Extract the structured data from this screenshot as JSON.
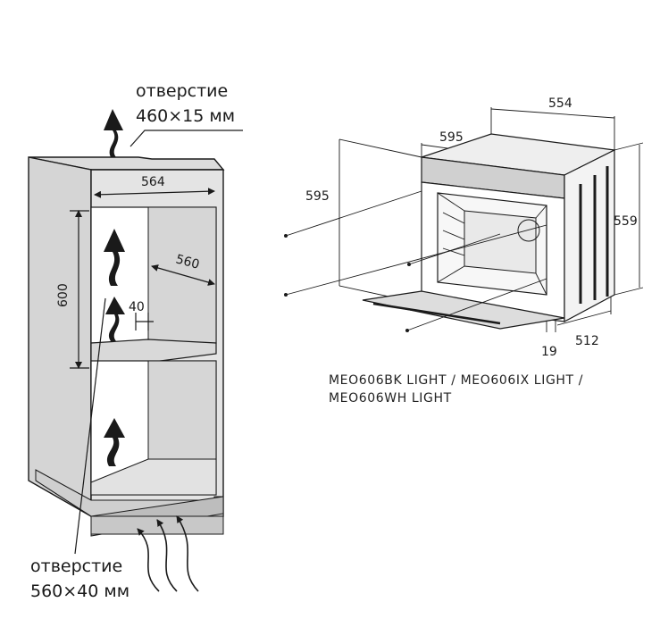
{
  "cabinet": {
    "top_vent_caption_line1": "отверстие",
    "top_vent_caption_line2": "460×15 мм",
    "bottom_vent_caption_line1": "отверстие",
    "bottom_vent_caption_line2": "560×40 мм",
    "dim_width": "564",
    "dim_depth": "560",
    "dim_height": "600",
    "dim_gap": "40"
  },
  "oven": {
    "dim_top_depth": "554",
    "dim_top_width": "595",
    "dim_front_height": "595",
    "dim_side_height": "559",
    "dim_panel": "19",
    "dim_body_depth": "512"
  },
  "models": {
    "line1": "MEO606BK LIGHT / MEO606IX LIGHT /",
    "line2": "MEO606WH LIGHT"
  },
  "colors": {
    "panel_gray": "#d7d7d7",
    "line": "#1a1a1a",
    "plinth": "#cfcfcf"
  }
}
